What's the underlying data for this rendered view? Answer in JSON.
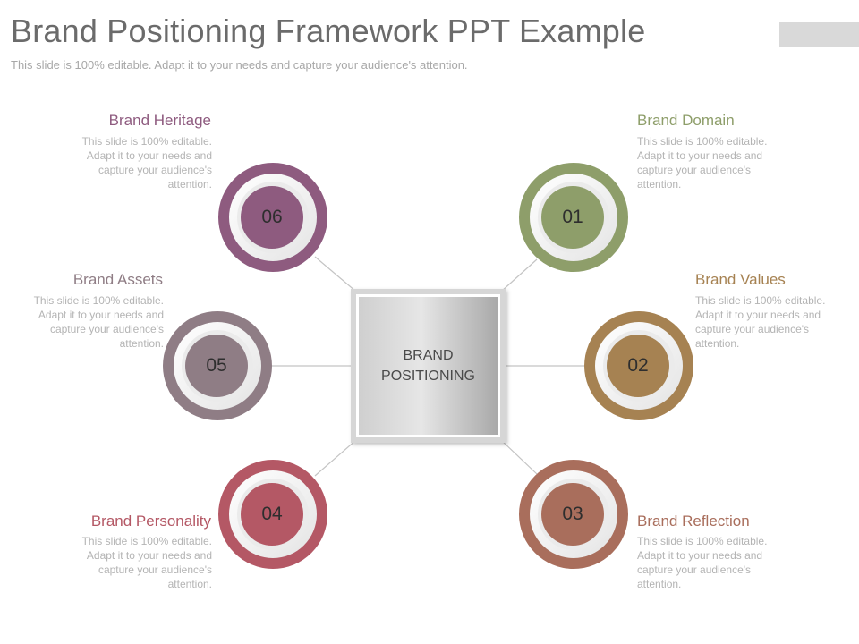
{
  "title": "Brand Positioning Framework PPT Example",
  "subtitle": "This slide is 100% editable. Adapt it to your needs and capture your audience's attention.",
  "center": {
    "line1": "BRAND",
    "line2": "POSITIONING"
  },
  "items": [
    {
      "number": "01",
      "heading": "Brand Domain",
      "body": "This slide is 100% editable. Adapt it to your needs and capture your audience's attention.",
      "color": "#8e9e6a"
    },
    {
      "number": "02",
      "heading": "Brand Values",
      "body": "This slide is 100% editable. Adapt it to your needs and capture your audience's attention.",
      "color": "#a68252"
    },
    {
      "number": "03",
      "heading": "Brand Reflection",
      "body": "This slide is 100% editable. Adapt it to your needs and capture your audience's attention.",
      "color": "#a96e5c"
    },
    {
      "number": "04",
      "heading": "Brand Personality",
      "body": "This slide is 100% editable. Adapt it to your needs and capture your audience's attention.",
      "color": "#b45865"
    },
    {
      "number": "05",
      "heading": "Brand Assets",
      "body": "This slide is 100% editable. Adapt it to your needs and capture your audience's attention.",
      "color": "#8f7d85"
    },
    {
      "number": "06",
      "heading": "Brand Heritage",
      "body": "This slide is 100% editable. Adapt it to your needs and capture your audience's attention.",
      "color": "#8e5b7f"
    }
  ]
}
